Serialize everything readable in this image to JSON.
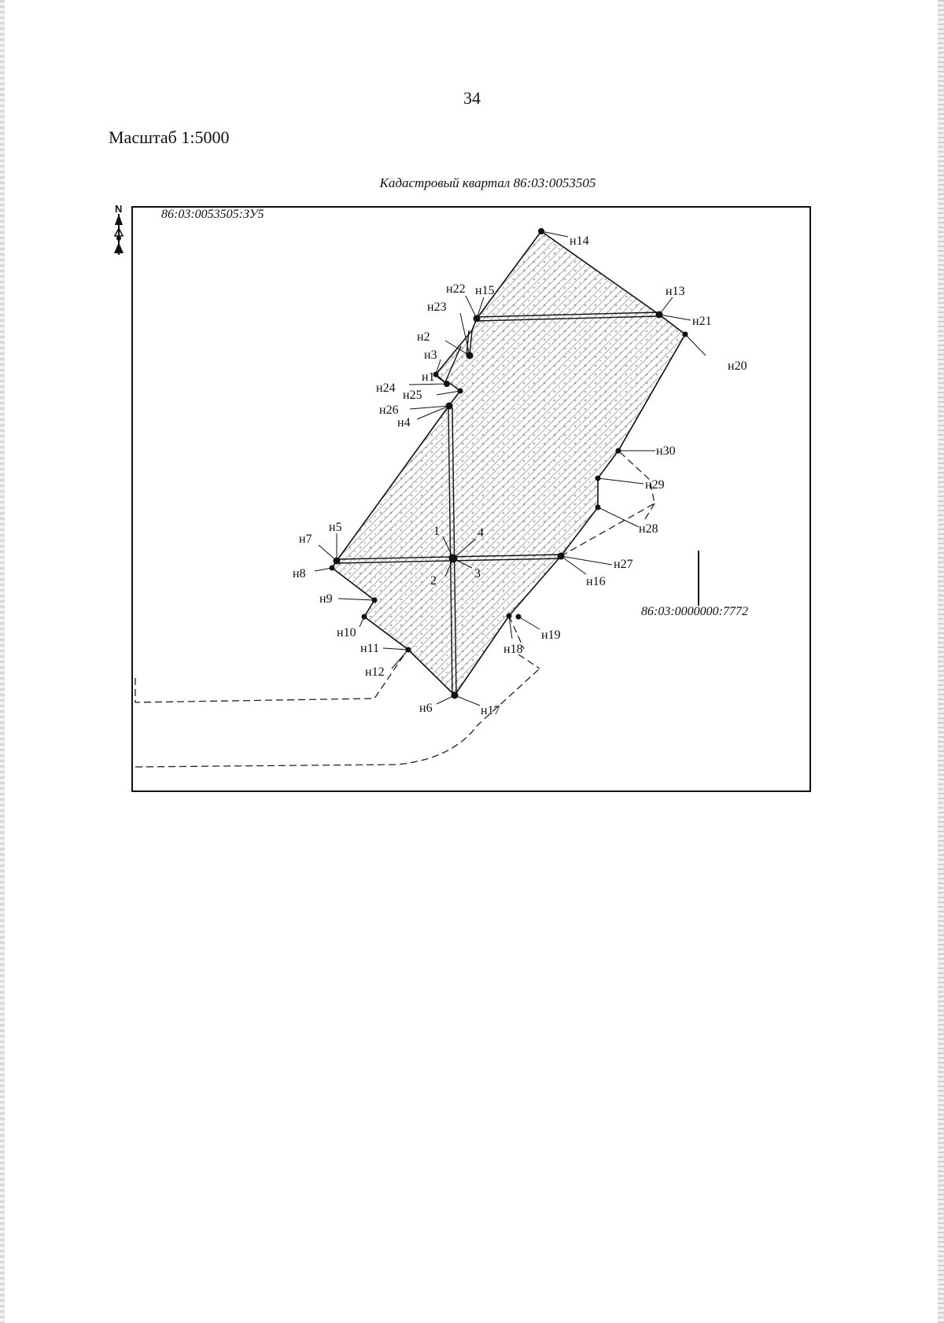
{
  "page_number": "34",
  "scale_label": "Масштаб 1:5000",
  "quarter_label": "Кадастровый квартал 86:03:0053505",
  "parcel_label": "86:03:0053505:ЗУ5",
  "neighbor_label": "86:03:0000000:7772",
  "north_label": "N",
  "colors": {
    "ink": "#111111",
    "hatch": "#9a9a9a"
  },
  "points": [
    {
      "name": "н14"
    },
    {
      "name": "н15"
    },
    {
      "name": "н22"
    },
    {
      "name": "н13"
    },
    {
      "name": "н21"
    },
    {
      "name": "н23"
    },
    {
      "name": "н2"
    },
    {
      "name": "н3"
    },
    {
      "name": "н1"
    },
    {
      "name": "н24"
    },
    {
      "name": "н25"
    },
    {
      "name": "н26"
    },
    {
      "name": "н4"
    },
    {
      "name": "н20"
    },
    {
      "name": "н30"
    },
    {
      "name": "н29"
    },
    {
      "name": "н28"
    },
    {
      "name": "н5"
    },
    {
      "name": "н7"
    },
    {
      "name": "н8"
    },
    {
      "name": "1"
    },
    {
      "name": "4"
    },
    {
      "name": "2"
    },
    {
      "name": "3"
    },
    {
      "name": "н27"
    },
    {
      "name": "н16"
    },
    {
      "name": "н9"
    },
    {
      "name": "н10"
    },
    {
      "name": "н11"
    },
    {
      "name": "н12"
    },
    {
      "name": "н18"
    },
    {
      "name": "н19"
    },
    {
      "name": "н6"
    },
    {
      "name": "н17"
    }
  ]
}
